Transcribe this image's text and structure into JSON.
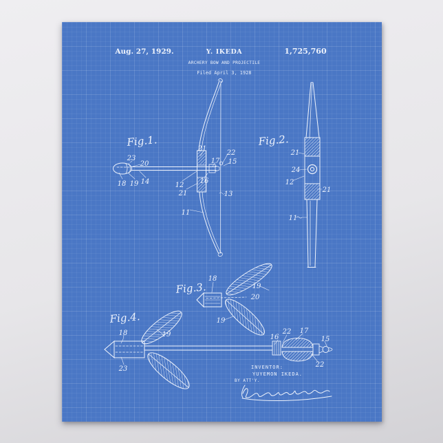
{
  "poster": {
    "colors": {
      "blueprint_bg": "#4a77c5",
      "ink": "#eef3fc",
      "page_bg": "#e7e6e9"
    },
    "header": {
      "date": "Aug. 27, 1929.",
      "name": "Y. IKEDA",
      "patent_number": "1,725,760",
      "title": "ARCHERY BOW AND PROJECTILE",
      "filed": "Filed April 3, 1928"
    },
    "fig1": {
      "label": "Fig.1.",
      "refs": [
        "21",
        "22",
        "17",
        "15",
        "23",
        "20",
        "18",
        "19",
        "14",
        "12",
        "16",
        "21",
        "13",
        "11"
      ]
    },
    "fig2": {
      "label": "Fig.2.",
      "refs": [
        "21",
        "24",
        "12",
        "21",
        "11"
      ]
    },
    "fig3": {
      "label": "Fig.3.",
      "refs": [
        "18",
        "19",
        "20",
        "19"
      ]
    },
    "fig4": {
      "label": "Fig.4.",
      "refs": [
        "18",
        "19",
        "23",
        "16",
        "22",
        "17",
        "15",
        "22"
      ]
    },
    "footer": {
      "inventor_label": "INVENTOR:",
      "inventor_name": "YUYEMON IKEDA.",
      "attorney_label": "BY ATT'Y."
    }
  }
}
